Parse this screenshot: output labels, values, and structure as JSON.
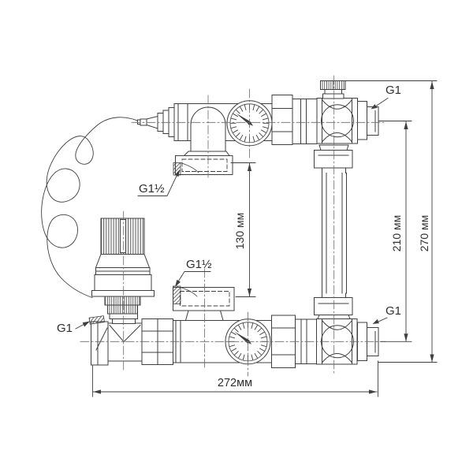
{
  "colors": {
    "background": "#ffffff",
    "line": "#3f3f3f",
    "text": "#2e2e2e"
  },
  "labels": {
    "g1_top_right": "G1",
    "g1_bottom_right": "G1",
    "g1_bottom_left": "G1",
    "g1half_top": "G1½",
    "g1half_bottom": "G1½"
  },
  "dimensions": {
    "elbow_port_spacing": "130 мм",
    "port_axis_spacing": "210 мм",
    "overall_height": "270 мм",
    "overall_width": "272мм"
  }
}
